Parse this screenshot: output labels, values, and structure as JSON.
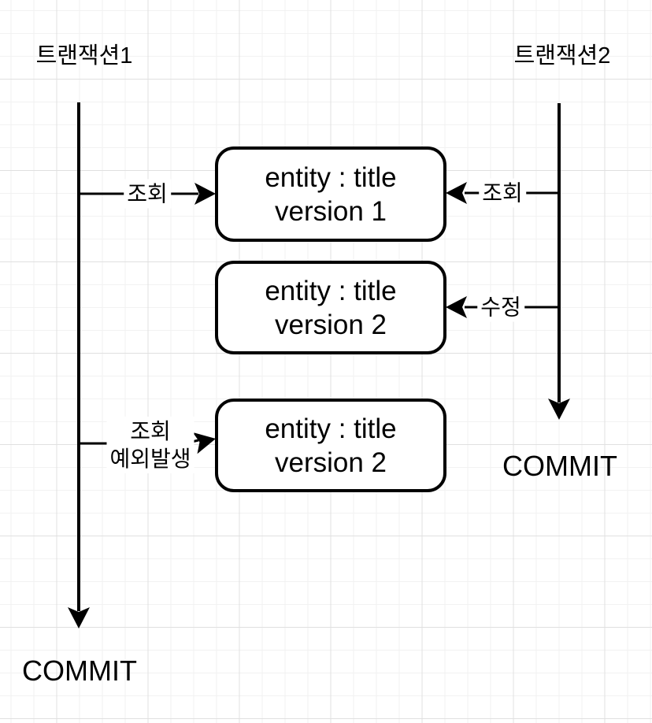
{
  "transactions": [
    {
      "title": "트랜잭션1",
      "commit_label": "COMMIT"
    },
    {
      "title": "트랜잭션2",
      "commit_label": "COMMIT"
    }
  ],
  "entity_boxes": [
    {
      "line1": "entity : title",
      "line2": "version 1"
    },
    {
      "line1": "entity : title",
      "line2": "version 2"
    },
    {
      "line1": "entity : title",
      "line2": "version 2"
    }
  ],
  "action_labels": {
    "tx1_read": "조회",
    "tx2_read": "조회",
    "tx2_update": "수정",
    "tx1_reread_line1": "조회",
    "tx1_reread_line2": "예외발생"
  },
  "colors": {
    "stroke": "#000000",
    "text": "#000000",
    "background": "#ffffff",
    "grid_minor": "#f2f2f2",
    "grid_major": "#e0e0e0"
  }
}
